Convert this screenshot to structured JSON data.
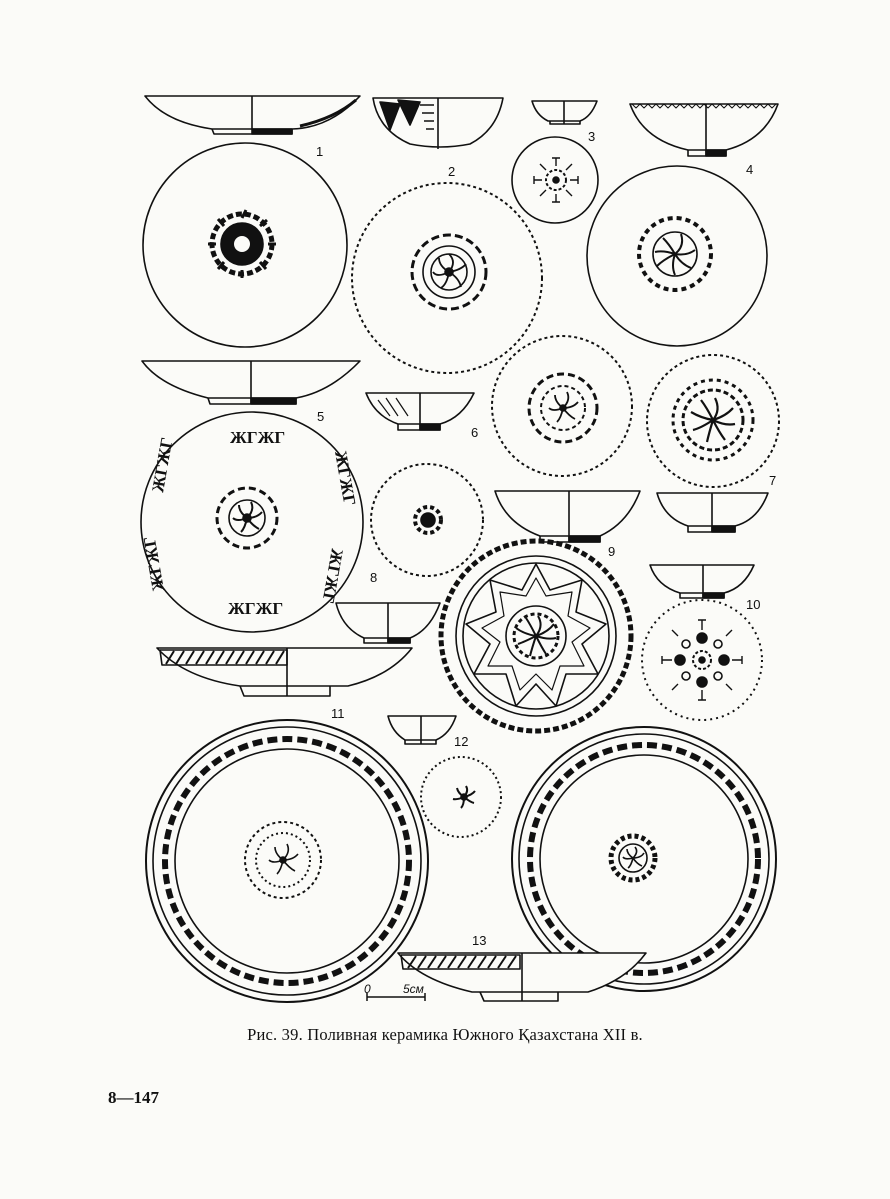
{
  "figure": {
    "caption": "Рис. 39. Поливная керамика Южного Қазахстана XII в.",
    "page_number": "8—147",
    "item_numbers": [
      "1",
      "2",
      "3",
      "4",
      "5",
      "6",
      "7",
      "8",
      "9",
      "10",
      "11",
      "12",
      "13"
    ],
    "scale_bar": {
      "zero": "0",
      "label": "5см"
    },
    "rim_inscription": "ЖГЖГ",
    "colors": {
      "ink": "#111111",
      "paper": "#fbfbf8"
    }
  }
}
